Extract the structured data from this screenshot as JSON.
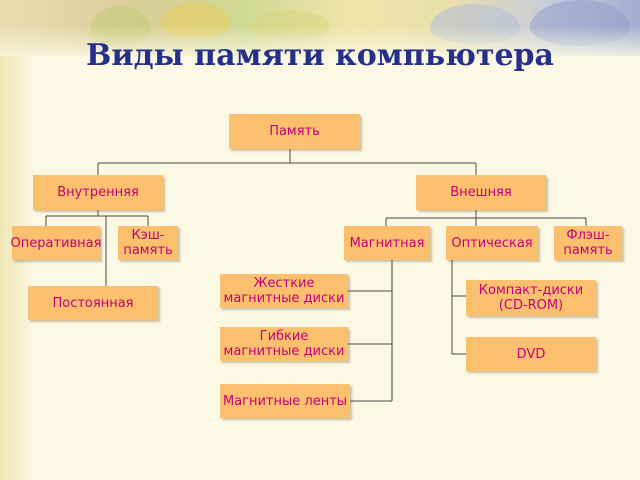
{
  "title": "Виды памяти компьютера",
  "nodes": {
    "root": "Память",
    "internal": "Внутренняя",
    "external": "Внешняя",
    "ram": "Оперативная",
    "cache": "Кэш-\nпамять",
    "rom": "Постоянная",
    "magnetic": "Магнитная",
    "optical": "Оптическая",
    "flash": "Флэш-\nпамять",
    "hdd": "Жесткие\nмагнитные диски",
    "floppy": "Гибкие\nмагнитные диски",
    "tape": "Магнитные ленты",
    "cdrom": "Компакт-диски\n(CD-ROM)",
    "dvd": "DVD"
  },
  "colors": {
    "box_fill": "#fbc06d",
    "box_text": "#c5007a",
    "title": "#26308a",
    "connector": "#4a4a4a"
  }
}
